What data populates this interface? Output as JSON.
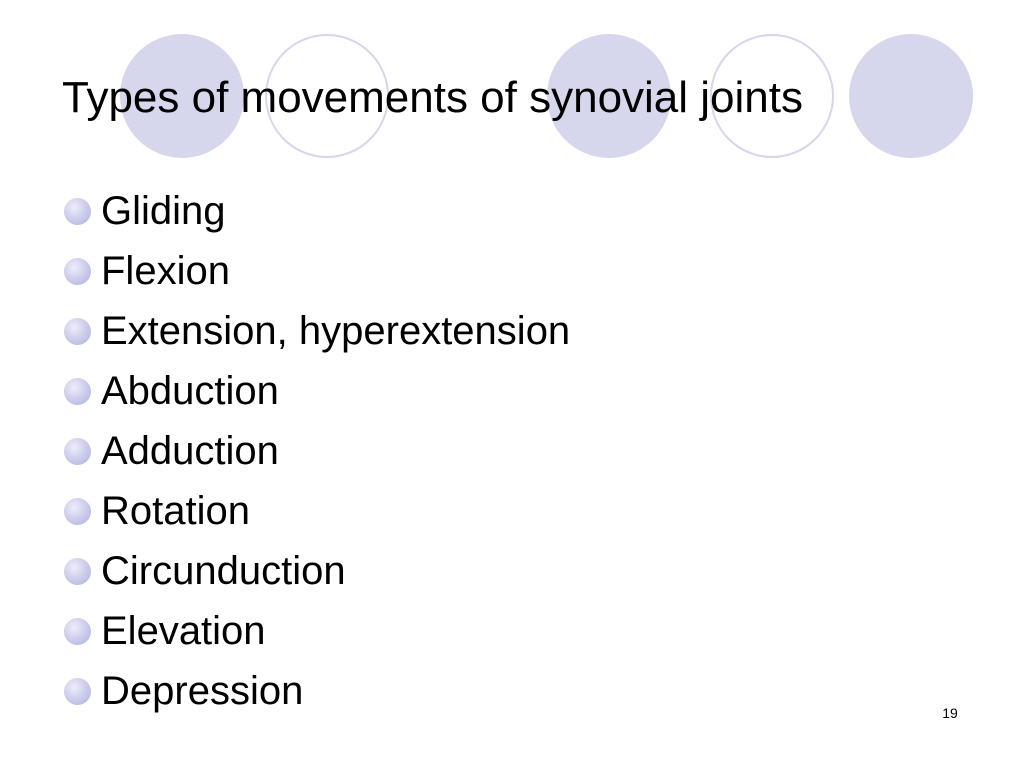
{
  "slide": {
    "title": "Types of movements of synovial joints",
    "bullets": [
      "Gliding",
      "Flexion",
      "Extension, hyperextension",
      "Abduction",
      "Adduction",
      "Rotation",
      "Circunduction",
      "Elevation",
      "Depression"
    ],
    "page_number": "19"
  },
  "colors": {
    "decoration": "#d6d6ec",
    "text": "#000000",
    "background": "#ffffff"
  },
  "icons": {
    "bullet": "bullet-dot-icon",
    "decoration": "circle-decoration"
  }
}
